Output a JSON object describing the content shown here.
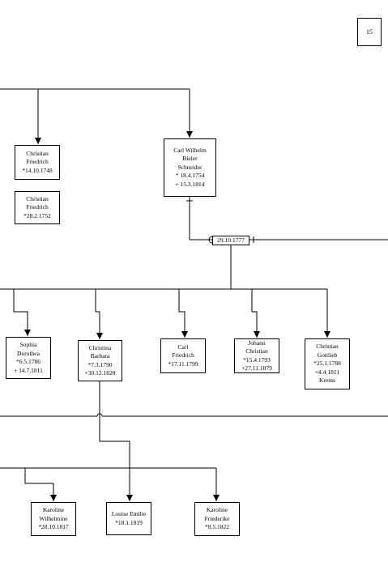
{
  "page_number": "15",
  "marriage_date": "29.10.1777",
  "persons": {
    "christian_1748": [
      "Christian",
      "Friedrich",
      "*14.10.1748"
    ],
    "christian_1752": [
      "Christian",
      "Friedrich",
      "*28.2.1752"
    ],
    "carl_wilhelm": [
      "Carl Wilhelm",
      "Bieler",
      "Schneider",
      "* 18.4.1754",
      "+ 15.3.1814"
    ],
    "sophia": [
      "Sophia",
      "Dorothea",
      "*6.5.1786",
      "+ 14.7.1811"
    ],
    "christina": [
      "Christina",
      "Barbara",
      "*7.3.1790",
      "+30.12.1828"
    ],
    "carl_friedrich": [
      "Carl",
      "Friedrich",
      "*17.11.1799"
    ],
    "johann": [
      "Johann",
      "Christian",
      "*15.4.1793",
      "+27.11.1879"
    ],
    "christian_gottlieb": [
      "Christian",
      "Gottlieb",
      "*25.1.1788",
      "+4.4.1811",
      "Krems"
    ],
    "karoline_w": [
      "Karoline",
      "Wilhelmine",
      "*28.10.1817"
    ],
    "louise": [
      "Louise Emilie",
      "*18.1.1819"
    ],
    "karoline_f": [
      "Karoline",
      "Friederike",
      "*8.5.1822"
    ]
  }
}
